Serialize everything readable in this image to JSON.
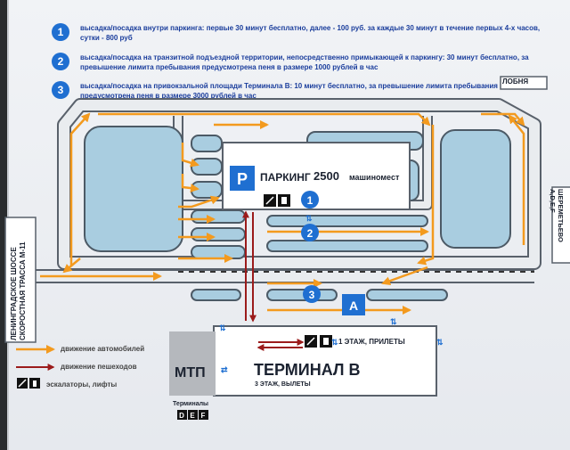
{
  "legend_rules": [
    {
      "num": "1",
      "text": "высадка/посадка внутри паркинга: первые 30 минут бесплатно, далее - 100 руб. за каждые 30 минут в течение первых 4-х часов, сутки - 800 руб"
    },
    {
      "num": "2",
      "text": "высадка/посадка на транзитной подъездной территории, непосредственно примыкающей к паркингу: 30 минут бесплатно, за превышение лимита пребывания предусмотрена пеня в размере 1000 рублей в час"
    },
    {
      "num": "3",
      "text": "высадка/посадка на привокзальной площади Терминала В: 10 минут бесплатно, за превышение лимита пребывания предусмотрена пеня в размере 3000 рублей в час"
    }
  ],
  "map": {
    "lobnya": "ЛОБНЯ",
    "parking_letter": "P",
    "parking_title": "ПАРКИНГ",
    "parking_count": "2500",
    "parking_unit": "машиномест",
    "marker_1": "1",
    "marker_2": "2",
    "marker_3": "3",
    "marker_A": "A",
    "highway_line1": "ЛЕНИНГРАДСКОЕ ШОССЕ",
    "highway_line2": "СКОРОСТНАЯ ТРАССА М-11",
    "right_road": "ШЕРЕМЕТЬЕВО А,D,E,F",
    "mtp": "МТП",
    "terminal": "ТЕРМИНАЛ В",
    "floor1": "1 ЭТАЖ, ПРИЛЕТЫ",
    "floor3": "3 ЭТАЖ, ВЫЛЕТЫ",
    "terminals_label": "Терминалы",
    "term_d": "D",
    "term_e": "E",
    "term_f": "F"
  },
  "key": {
    "cars": "движение автомобилей",
    "pedestrians": "движение пешеходов",
    "escalators": "эскалаторы, лифты"
  },
  "colors": {
    "blue": "#1f6fd1",
    "orange": "#f39a1e",
    "dark_red": "#9b1b1b",
    "lake": "#a9cde0",
    "lake_border": "#4c5a66"
  }
}
